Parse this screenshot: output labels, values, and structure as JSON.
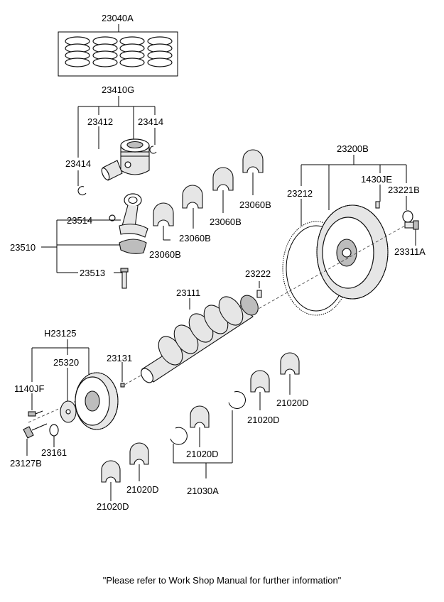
{
  "labels": {
    "p23040A": "23040A",
    "p23410G": "23410G",
    "p23412": "23412",
    "p23414_left": "23414",
    "p23414_right": "23414",
    "p23200B": "23200B",
    "p1430JE": "1430JE",
    "p23221B": "23221B",
    "p23212": "23212",
    "p23311A": "23311A",
    "p23514": "23514",
    "p23510": "23510",
    "p23513": "23513",
    "p23060B_1": "23060B",
    "p23060B_2": "23060B",
    "p23060B_3": "23060B",
    "p23060B_4": "23060B",
    "p23222": "23222",
    "p23111": "23111",
    "pH23125": "H23125",
    "p25320": "25320",
    "p23131": "23131",
    "p1140JF": "1140JF",
    "p23161": "23161",
    "p23127B": "23127B",
    "p21020D_1": "21020D",
    "p21020D_2": "21020D",
    "p21020D_3": "21020D",
    "p21020D_4": "21020D",
    "p21020D_5": "21020D",
    "p21030A": "21030A"
  },
  "footer_note": "\"Please refer to Work Shop Manual for further information\""
}
